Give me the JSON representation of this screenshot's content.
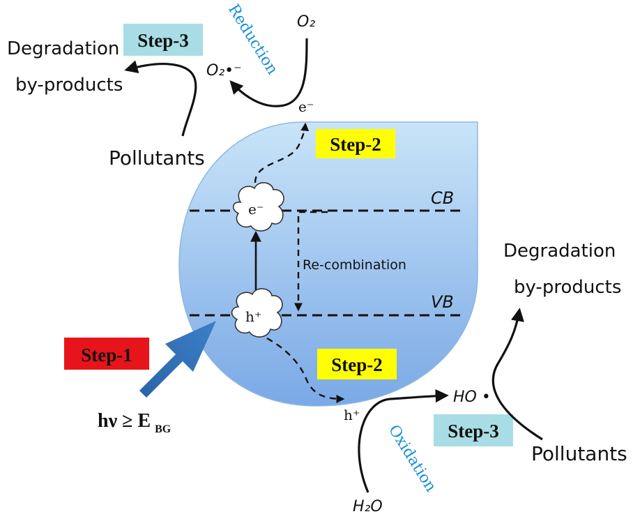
{
  "labels": {
    "step1": "Step-1",
    "step2_top": "Step-2",
    "step2_bottom": "Step-2",
    "step3_left": "Step-3",
    "step3_right": "Step-3",
    "cb": "CB",
    "vb": "VB",
    "recombination": "Re-combination",
    "electron": "e⁻",
    "hole": "h⁺",
    "electron_top": "e⁻",
    "hole_bottom": "h⁺",
    "o2": "O₂",
    "o2_radical": "O₂•⁻",
    "reduction": "Reduction",
    "oxidation": "Oxidation",
    "ho_radical": "HO •",
    "h2o": "H₂O",
    "degradation_left_1": "Degradation",
    "degradation_left_2": "by-products",
    "degradation_right_1": "Degradation",
    "degradation_right_2": "by-products",
    "pollutants_left": "Pollutants",
    "pollutants_right": "Pollutants",
    "photon_main": "hν ≥ E",
    "photon_sub": "BG"
  },
  "colors": {
    "step1_box": "#e8141b",
    "step2_box": "#ffff00",
    "step3_box": "#a9dde6",
    "particle_top": "#c9e4f8",
    "particle_bottom": "#7aa9e6",
    "light_arrow": "#2f6fb5",
    "blue_text": "#1a8fd6"
  }
}
